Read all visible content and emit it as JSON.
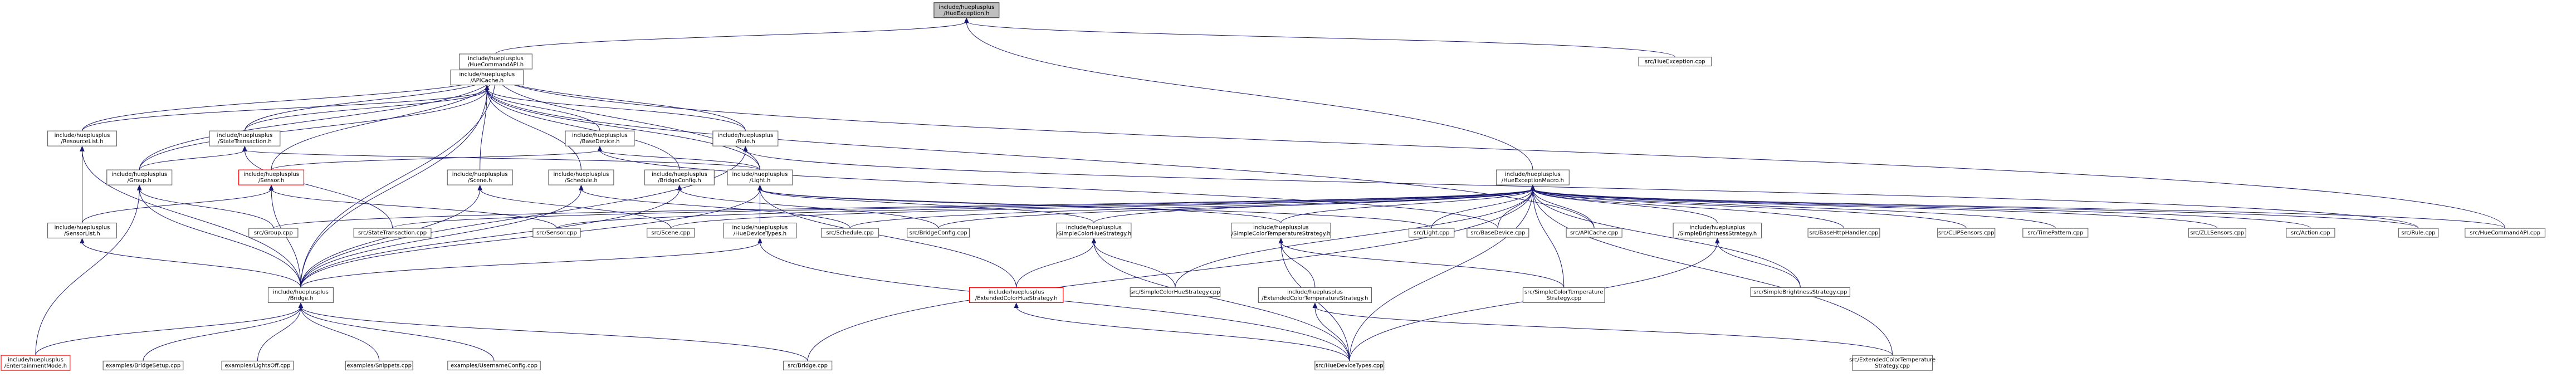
{
  "graph": {
    "nodes": [
      {
        "id": "root",
        "lines": [
          "include/hueplusplus",
          "/HueException.h"
        ],
        "kind": "root"
      },
      {
        "id": "hca",
        "lines": [
          "include/hueplusplus",
          "/HueCommandAPI.h"
        ]
      },
      {
        "id": "srcHueException",
        "lines": [
          "src/HueException.cpp"
        ]
      },
      {
        "id": "apicache",
        "lines": [
          "include/hueplusplus",
          "/APICache.h"
        ]
      },
      {
        "id": "resourcelist",
        "lines": [
          "include/hueplusplus",
          "/ResourceList.h"
        ]
      },
      {
        "id": "statetrans",
        "lines": [
          "include/hueplusplus",
          "/StateTransaction.h"
        ]
      },
      {
        "id": "basedevice",
        "lines": [
          "include/hueplusplus",
          "/BaseDevice.h"
        ]
      },
      {
        "id": "rule",
        "lines": [
          "include/hueplusplus",
          "/Rule.h"
        ]
      },
      {
        "id": "group",
        "lines": [
          "include/hueplusplus",
          "/Group.h"
        ]
      },
      {
        "id": "sensor",
        "lines": [
          "include/hueplusplus",
          "/Sensor.h"
        ],
        "kind": "red"
      },
      {
        "id": "scene",
        "lines": [
          "include/hueplusplus",
          "/Scene.h"
        ]
      },
      {
        "id": "schedule",
        "lines": [
          "include/hueplusplus",
          "/Schedule.h"
        ]
      },
      {
        "id": "bridgeconfig",
        "lines": [
          "include/hueplusplus",
          "/BridgeConfig.h"
        ]
      },
      {
        "id": "light",
        "lines": [
          "include/hueplusplus",
          "/Light.h"
        ]
      },
      {
        "id": "hem",
        "lines": [
          "include/hueplusplus",
          "/HueExceptionMacro.h"
        ]
      },
      {
        "id": "sensorlist",
        "lines": [
          "include/hueplusplus",
          "/SensorList.h"
        ]
      },
      {
        "id": "srcGroup",
        "lines": [
          "src/Group.cpp"
        ]
      },
      {
        "id": "srcStateTrans",
        "lines": [
          "src/StateTransaction.cpp"
        ]
      },
      {
        "id": "srcSensor",
        "lines": [
          "src/Sensor.cpp"
        ]
      },
      {
        "id": "srcScene",
        "lines": [
          "src/Scene.cpp"
        ]
      },
      {
        "id": "huedevicetypes",
        "lines": [
          "include/hueplusplus",
          "/HueDeviceTypes.h"
        ]
      },
      {
        "id": "srcSchedule",
        "lines": [
          "src/Schedule.cpp"
        ]
      },
      {
        "id": "srcBridgeConfig",
        "lines": [
          "src/BridgeConfig.cpp"
        ]
      },
      {
        "id": "simplecolorhue",
        "lines": [
          "include/hueplusplus",
          "/SimpleColorHueStrategy.h"
        ]
      },
      {
        "id": "simplecolortemp",
        "lines": [
          "include/hueplusplus",
          "/SimpleColorTemperatureStrategy.h"
        ]
      },
      {
        "id": "srcLight",
        "lines": [
          "src/Light.cpp"
        ]
      },
      {
        "id": "srcBaseDevice",
        "lines": [
          "src/BaseDevice.cpp"
        ]
      },
      {
        "id": "srcAPICache",
        "lines": [
          "src/APICache.cpp"
        ]
      },
      {
        "id": "simplebright",
        "lines": [
          "include/hueplusplus",
          "/SimpleBrightnessStrategy.h"
        ]
      },
      {
        "id": "srcBaseHttp",
        "lines": [
          "src/BaseHttpHandler.cpp"
        ]
      },
      {
        "id": "srcCLIP",
        "lines": [
          "src/CLIPSensors.cpp"
        ]
      },
      {
        "id": "srcTimePattern",
        "lines": [
          "src/TimePattern.cpp"
        ]
      },
      {
        "id": "srcZLL",
        "lines": [
          "src/ZLLSensors.cpp"
        ]
      },
      {
        "id": "srcAction",
        "lines": [
          "src/Action.cpp"
        ]
      },
      {
        "id": "srcRule",
        "lines": [
          "src/Rule.cpp"
        ]
      },
      {
        "id": "srcHueCommandAPI",
        "lines": [
          "src/HueCommandAPI.cpp"
        ]
      },
      {
        "id": "bridge",
        "lines": [
          "include/hueplusplus",
          "/Bridge.h"
        ]
      },
      {
        "id": "extcolorhue",
        "lines": [
          "include/hueplusplus",
          "/ExtendedColorHueStrategy.h"
        ],
        "kind": "red"
      },
      {
        "id": "srcSimpleColorHue",
        "lines": [
          "src/SimpleColorHueStrategy.cpp"
        ]
      },
      {
        "id": "extcolortemp",
        "lines": [
          "include/hueplusplus",
          "/ExtendedColorTemperatureStrategy.h"
        ]
      },
      {
        "id": "srcSimpleColorTemp",
        "lines": [
          "src/SimpleColorTemperature",
          "Strategy.cpp"
        ]
      },
      {
        "id": "srcSimpleBright",
        "lines": [
          "src/SimpleBrightnessStrategy.cpp"
        ]
      },
      {
        "id": "entertainment",
        "lines": [
          "include/hueplusplus",
          "/EntertainmentMode.h"
        ],
        "kind": "red"
      },
      {
        "id": "exBridgeSetup",
        "lines": [
          "examples/BridgeSetup.cpp"
        ]
      },
      {
        "id": "exLightsOff",
        "lines": [
          "examples/LightsOff.cpp"
        ]
      },
      {
        "id": "exSnippets",
        "lines": [
          "examples/Snippets.cpp"
        ]
      },
      {
        "id": "exUsername",
        "lines": [
          "examples/UsernameConfig.cpp"
        ]
      },
      {
        "id": "srcBridge",
        "lines": [
          "src/Bridge.cpp"
        ]
      },
      {
        "id": "srcHueDeviceTypes",
        "lines": [
          "src/HueDeviceTypes.cpp"
        ]
      },
      {
        "id": "srcExtColorTemp",
        "lines": [
          "src/ExtendedColorTemperature",
          "Strategy.cpp"
        ]
      }
    ],
    "edges": [
      [
        "root",
        "hca"
      ],
      [
        "root",
        "srcHueException"
      ],
      [
        "root",
        "hem"
      ],
      [
        "hca",
        "apicache"
      ],
      [
        "hca",
        "resourcelist"
      ],
      [
        "hca",
        "statetrans"
      ],
      [
        "hca",
        "rule"
      ],
      [
        "hca",
        "group"
      ],
      [
        "hca",
        "sensor"
      ],
      [
        "hca",
        "light"
      ],
      [
        "hca",
        "bridge"
      ],
      [
        "hca",
        "srcHueCommandAPI"
      ],
      [
        "apicache",
        "resourcelist"
      ],
      [
        "apicache",
        "statetrans"
      ],
      [
        "apicache",
        "basedevice"
      ],
      [
        "apicache",
        "rule"
      ],
      [
        "apicache",
        "group"
      ],
      [
        "apicache",
        "scene"
      ],
      [
        "apicache",
        "schedule"
      ],
      [
        "apicache",
        "bridgeconfig"
      ],
      [
        "apicache",
        "light"
      ],
      [
        "apicache",
        "bridge"
      ],
      [
        "apicache",
        "srcAPICache"
      ],
      [
        "resourcelist",
        "sensorlist"
      ],
      [
        "resourcelist",
        "bridge"
      ],
      [
        "statetrans",
        "group"
      ],
      [
        "statetrans",
        "light"
      ],
      [
        "statetrans",
        "srcStateTrans"
      ],
      [
        "basedevice",
        "sensor"
      ],
      [
        "basedevice",
        "light"
      ],
      [
        "basedevice",
        "srcBaseDevice"
      ],
      [
        "rule",
        "bridge"
      ],
      [
        "rule",
        "srcRule"
      ],
      [
        "group",
        "bridge"
      ],
      [
        "group",
        "srcGroup"
      ],
      [
        "group",
        "entertainment"
      ],
      [
        "sensor",
        "sensorlist"
      ],
      [
        "sensor",
        "bridge"
      ],
      [
        "sensor",
        "srcSensor"
      ],
      [
        "scene",
        "bridge"
      ],
      [
        "scene",
        "srcScene"
      ],
      [
        "schedule",
        "bridge"
      ],
      [
        "schedule",
        "srcSchedule"
      ],
      [
        "bridgeconfig",
        "bridge"
      ],
      [
        "bridgeconfig",
        "srcBridgeConfig"
      ],
      [
        "light",
        "huedevicetypes"
      ],
      [
        "light",
        "bridge"
      ],
      [
        "light",
        "simplecolorhue"
      ],
      [
        "light",
        "simplecolortemp"
      ],
      [
        "light",
        "srcLight"
      ],
      [
        "light",
        "extcolorhue"
      ],
      [
        "hem",
        "srcGroup"
      ],
      [
        "hem",
        "srcStateTrans"
      ],
      [
        "hem",
        "srcSensor"
      ],
      [
        "hem",
        "srcScene"
      ],
      [
        "hem",
        "srcSchedule"
      ],
      [
        "hem",
        "srcBridgeConfig"
      ],
      [
        "hem",
        "simplecolorhue"
      ],
      [
        "hem",
        "simplecolortemp"
      ],
      [
        "hem",
        "srcLight"
      ],
      [
        "hem",
        "srcBaseDevice"
      ],
      [
        "hem",
        "srcAPICache"
      ],
      [
        "hem",
        "simplebright"
      ],
      [
        "hem",
        "srcBaseHttp"
      ],
      [
        "hem",
        "srcCLIP"
      ],
      [
        "hem",
        "srcTimePattern"
      ],
      [
        "hem",
        "srcZLL"
      ],
      [
        "hem",
        "srcAction"
      ],
      [
        "hem",
        "srcRule"
      ],
      [
        "hem",
        "srcHueCommandAPI"
      ],
      [
        "hem",
        "srcBridge"
      ],
      [
        "hem",
        "srcHueDeviceTypes"
      ],
      [
        "hem",
        "srcExtColorTemp"
      ],
      [
        "hem",
        "srcSimpleColorHue"
      ],
      [
        "hem",
        "srcSimpleColorTemp"
      ],
      [
        "hem",
        "srcSimpleBright"
      ],
      [
        "sensorlist",
        "bridge"
      ],
      [
        "huedevicetypes",
        "bridge"
      ],
      [
        "huedevicetypes",
        "srcHueDeviceTypes"
      ],
      [
        "simplecolorhue",
        "extcolorhue"
      ],
      [
        "simplecolorhue",
        "srcSimpleColorHue"
      ],
      [
        "simplecolorhue",
        "srcHueDeviceTypes"
      ],
      [
        "simplecolortemp",
        "extcolortemp"
      ],
      [
        "simplecolortemp",
        "srcSimpleColorTemp"
      ],
      [
        "simplecolortemp",
        "srcHueDeviceTypes"
      ],
      [
        "simplebright",
        "srcSimpleBright"
      ],
      [
        "simplebright",
        "srcHueDeviceTypes"
      ],
      [
        "bridge",
        "entertainment"
      ],
      [
        "bridge",
        "exBridgeSetup"
      ],
      [
        "bridge",
        "exLightsOff"
      ],
      [
        "bridge",
        "exSnippets"
      ],
      [
        "bridge",
        "exUsername"
      ],
      [
        "bridge",
        "srcBridge"
      ],
      [
        "extcolorhue",
        "srcHueDeviceTypes"
      ],
      [
        "extcolortemp",
        "srcHueDeviceTypes"
      ],
      [
        "extcolortemp",
        "srcExtColorTemp"
      ]
    ]
  }
}
